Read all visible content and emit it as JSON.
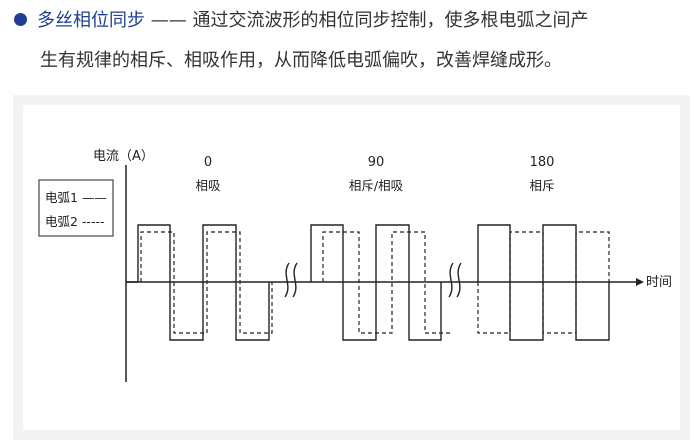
{
  "bullet": {
    "term": "多丝相位同步",
    "dash": " —— ",
    "desc_line1": "通过交流波形的相位同步控制，使多根电弧之间产",
    "desc_line2": "生有规律的相斥、相吸作用，从而降低电弧偏吹，改善焊缝成形。",
    "bullet_color": "#1e3f93"
  },
  "diagram": {
    "y_axis_label": "电流（A）",
    "x_axis_label": "时间",
    "legend": {
      "arc1": "电弧1 ——",
      "arc2": "电弧2 -----"
    },
    "phases": [
      {
        "angle": "0",
        "mode": "相吸"
      },
      {
        "angle": "90",
        "mode": "相斥/相吸"
      },
      {
        "angle": "180",
        "mode": "相斥"
      }
    ]
  }
}
